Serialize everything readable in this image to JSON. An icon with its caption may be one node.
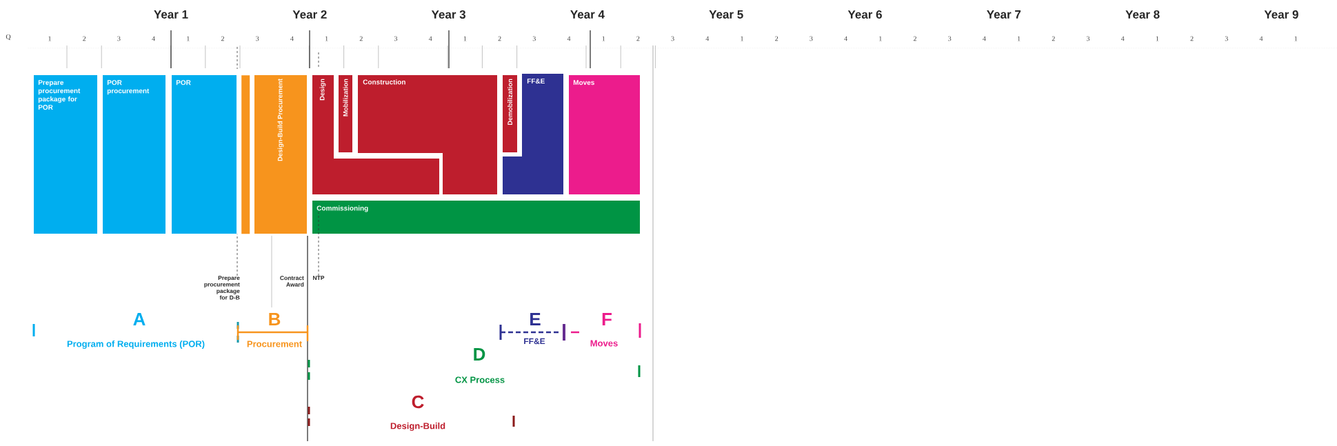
{
  "diagram": {
    "nodes": [
      {
        "text": [
          "Prepare procurement package for POR"
        ]
      },
      {
        "text": [
          "POR procurement"
        ]
      },
      {
        "text": [
          "POR"
        ]
      },
      {
        "text": [],
        "shape": "bar"
      },
      {
        "text": [
          "Design-Build Procurement"
        ]
      },
      {
        "text": [
          "Design"
        ]
      },
      {
        "text": [
          "Mobilization"
        ]
      },
      {
        "text": [
          "Construction"
        ]
      },
      {
        "text": [
          "Demobilization"
        ]
      },
      {
        "text": [
          "FF&E"
        ]
      },
      {
        "text": [
          "Moves"
        ]
      },
      {
        "text": [
          "Commissioning"
        ]
      },
      {
        "text": [
          "Prepare procurement package for D-B"
        ]
      },
      {
        "text": [
          "NTP"
        ]
      }
    ],
    "edges": [
      {
        "from": 12,
        "to": 3,
        "arrow": "none",
        "style": "dashed"
      },
      {
        "from": 13,
        "to": 11,
        "arrow": "none",
        "style": "dashed"
      }
    ],
    "labels": [
      "Year 1",
      "Year 2",
      "Year 3",
      "Year 4",
      "Year 5",
      "Year 6",
      "Year 7",
      "Year 8",
      "Year 9",
      "Q",
      "1",
      "2",
      "3",
      "4",
      "1",
      "2",
      "3",
      "4",
      "1",
      "2",
      "3",
      "4",
      "1",
      "2",
      "3",
      "4",
      "1",
      "2",
      "3",
      "4",
      "1",
      "2",
      "3",
      "4",
      "1",
      "2",
      "3",
      "4",
      "1",
      "2",
      "3",
      "4",
      "1",
      "2",
      "3",
      "4",
      "1",
      "Contract Award",
      "A",
      "Program of Requirements (POR)",
      "B",
      "Procurement",
      "E",
      "FF&E",
      "F",
      "Moves",
      "D",
      "CX Process",
      "C",
      "Design-Build"
    ]
  }
}
